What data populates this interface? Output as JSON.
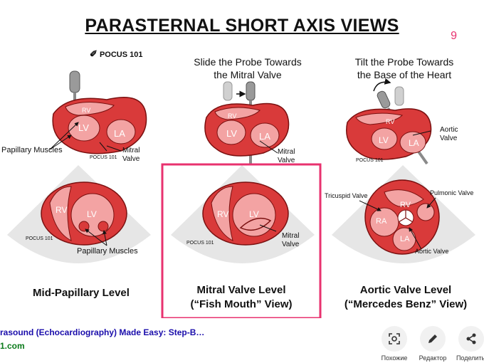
{
  "title": "PARASTERNAL SHORT AXIS VIEWS",
  "page_number": "9",
  "logo_text": "POCUS 101",
  "small_logo": "POCUS 101",
  "instructions": {
    "mid": [
      "Slide the Probe Towards",
      "the Mitral Valve"
    ],
    "right": [
      "Tilt the Probe Towards",
      "the Base of the Heart"
    ]
  },
  "labels": {
    "rv": "RV",
    "lv": "LV",
    "la": "LA",
    "ra": "RA",
    "papillary_muscles": "Papillary Muscles",
    "mitral_valve": [
      "Mitral",
      "Valve"
    ],
    "aortic_valve": [
      "Aortic",
      "Valve"
    ],
    "tricuspid_valve": "Tricuspid Valve",
    "pulmonic_valve": "Pulmonic Valve",
    "aortic_valve_single": "Aortic Valve"
  },
  "captions": {
    "left": "Mid-Papillary Level",
    "mid": [
      "Mitral Valve Level",
      "(“Fish Mouth” View)"
    ],
    "right": [
      "Aortic Valve Level",
      "(“Mercedes Benz” View)"
    ]
  },
  "highlight_color": "#e8326f",
  "source": {
    "title": "rasound (Echocardiography) Made Easy: Step-B…",
    "url": "1.com"
  },
  "actions": [
    {
      "label": "Похожие",
      "icon": "visual-search-icon"
    },
    {
      "label": "Редактор",
      "icon": "pencil-icon"
    },
    {
      "label": "Поделиты",
      "icon": "share-icon"
    }
  ]
}
